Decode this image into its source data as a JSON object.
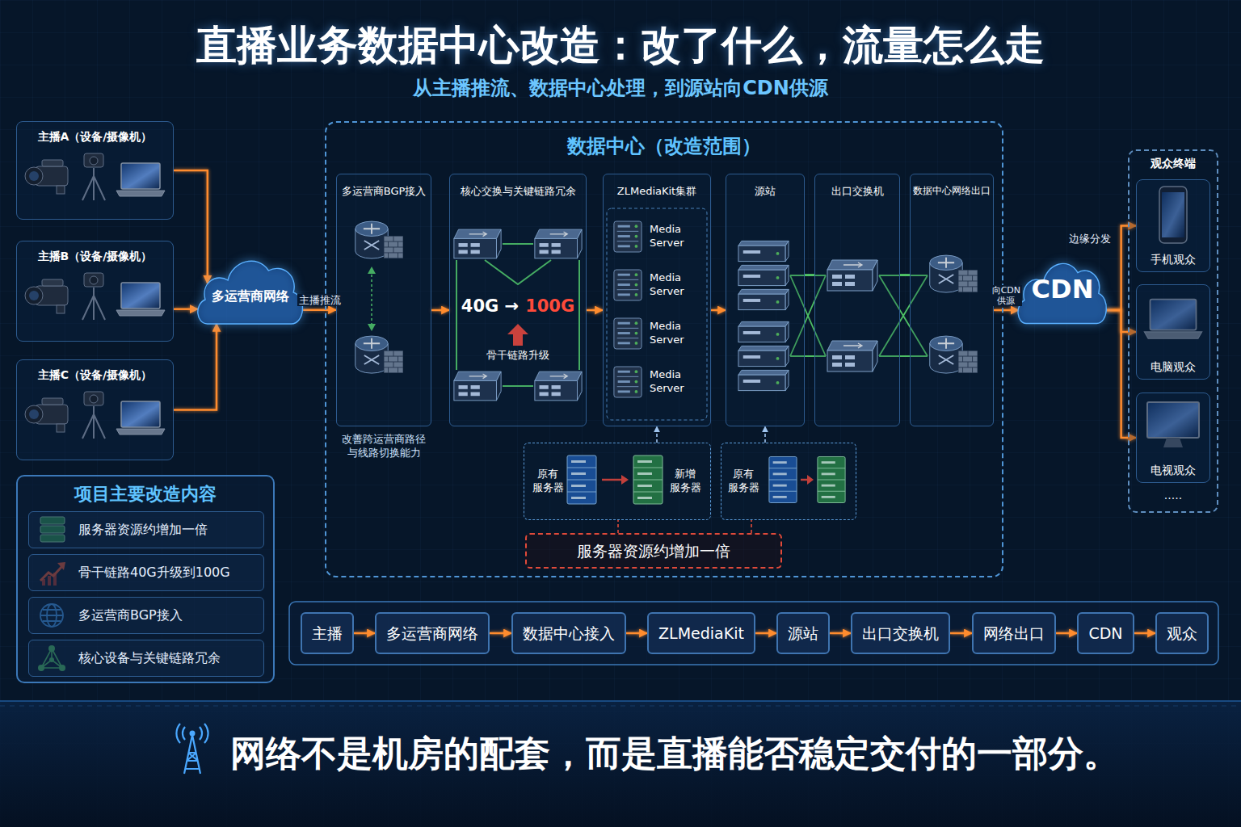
{
  "diagram": {
    "title": "直播业务数据中心改造：改了什么，流量怎么走",
    "caption": "网络不是机房的配套，而是直播能否稳定交付的一部分。",
    "nodes": [
      {
        "text": [
          "主播A（设备/摄像机）"
        ]
      },
      {
        "text": [
          "主播B（设备/摄像机）"
        ]
      },
      {
        "text": [
          "主播C（设备/摄像机）"
        ]
      },
      {
        "text": [
          "多运营商网络"
        ]
      },
      {
        "text": [
          "数据中心（改造范围）"
        ]
      },
      {
        "text": [
          "多运营商BGP接入"
        ],
        "in": 4
      },
      {
        "text": [
          "核心交换与关键链路冗余",
          "40G →",
          "100G",
          "骨干链路升级"
        ],
        "in": 4
      },
      {
        "text": [
          "ZLMediaKit集群"
        ],
        "in": 4
      },
      {
        "text": [
          "Media Server"
        ],
        "in": 7
      },
      {
        "text": [
          "Media Server"
        ],
        "in": 7
      },
      {
        "text": [
          "Media Server"
        ],
        "in": 7
      },
      {
        "text": [
          "Media Server"
        ],
        "in": 7
      },
      {
        "text": [
          "源站"
        ],
        "in": 4
      },
      {
        "text": [
          "出口交换机"
        ],
        "in": 4
      },
      {
        "text": [
          "数据中心网络出口"
        ],
        "in": 4
      },
      {
        "text": [
          "原有 服务器",
          "新增 服务器"
        ],
        "in": 4
      },
      {
        "text": [
          "原有 服务器"
        ],
        "in": 4
      },
      {
        "text": [
          "服务器资源约增加一倍"
        ],
        "in": 4
      },
      {
        "text": [
          "CDN"
        ]
      },
      {
        "text": [
          "观众终端"
        ]
      },
      {
        "text": [
          "手机观众"
        ],
        "in": 19
      },
      {
        "text": [
          "电脑观众"
        ],
        "in": 19
      },
      {
        "text": [
          "电视观众"
        ],
        "in": 19
      },
      {
        "text": [
          "项目主要改造内容"
        ]
      },
      {
        "text": [
          "服务器资源约增加一倍"
        ],
        "in": 23
      },
      {
        "text": [
          "骨干链路40G升级到100G"
        ],
        "in": 23
      },
      {
        "text": [
          "多运营商BGP接入"
        ],
        "in": 23
      },
      {
        "text": [
          "核心设备与关键链路冗余"
        ],
        "in": 23
      },
      {
        "text": [
          "主播"
        ]
      },
      {
        "text": [
          "多运营商网络"
        ]
      },
      {
        "text": [
          "数据中心接入"
        ]
      },
      {
        "text": [
          "ZLMediaKit"
        ]
      },
      {
        "text": [
          "源站"
        ]
      },
      {
        "text": [
          "出口交换机"
        ]
      },
      {
        "text": [
          "网络出口"
        ]
      },
      {
        "text": [
          "CDN"
        ]
      },
      {
        "text": [
          "观众"
        ]
      }
    ],
    "edges": [
      {
        "from": 0,
        "to": 3,
        "arrow": "to"
      },
      {
        "from": 1,
        "to": 3,
        "arrow": "to"
      },
      {
        "from": 2,
        "to": 3,
        "arrow": "to"
      },
      {
        "from": 3,
        "to": 5,
        "arrow": "to",
        "label": "主播推流"
      },
      {
        "from": 5,
        "to": 6,
        "arrow": "to"
      },
      {
        "from": 6,
        "to": 7,
        "arrow": "to"
      },
      {
        "from": 7,
        "to": 12,
        "arrow": "to"
      },
      {
        "from": 12,
        "to": 13,
        "arrow": "none"
      },
      {
        "from": 13,
        "to": 14,
        "arrow": "none"
      },
      {
        "from": 14,
        "to": 18,
        "arrow": "to",
        "label": "向CDN 供源"
      },
      {
        "from": 18,
        "to": 20,
        "arrow": "to"
      },
      {
        "from": 18,
        "to": 21,
        "arrow": "to"
      },
      {
        "from": 18,
        "to": 22,
        "arrow": "to"
      },
      {
        "from": 15,
        "to": 7,
        "arrow": "to"
      },
      {
        "from": 16,
        "to": 12,
        "arrow": "to"
      },
      {
        "from": 17,
        "to": 15,
        "arrow": "none"
      },
      {
        "from": 17,
        "to": 16,
        "arrow": "none"
      },
      {
        "from": 28,
        "to": 29,
        "arrow": "to"
      },
      {
        "from": 29,
        "to": 30,
        "arrow": "to"
      },
      {
        "from": 30,
        "to": 31,
        "arrow": "to"
      },
      {
        "from": 31,
        "to": 32,
        "arrow": "to"
      },
      {
        "from": 32,
        "to": 33,
        "arrow": "to"
      },
      {
        "from": 33,
        "to": 34,
        "arrow": "to"
      },
      {
        "from": 34,
        "to": 35,
        "arrow": "to"
      },
      {
        "from": 35,
        "to": 36,
        "arrow": "to"
      }
    ],
    "labels": [
      "从主播推流、数据中心处理，到源站向CDN供源",
      "改善跨运营商路径 与线路切换能力",
      "边缘分发",
      "....."
    ]
  }
}
